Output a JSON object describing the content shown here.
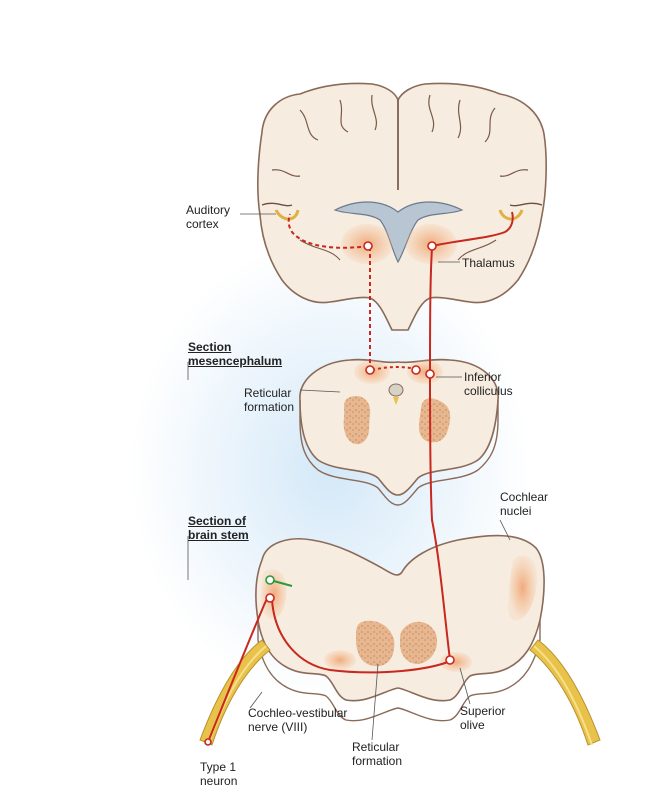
{
  "labels": {
    "auditory_cortex": [
      "Auditory",
      "cortex"
    ],
    "thalamus": "Thalamus",
    "section_mesencephalum": [
      "Section",
      "mesencephalum"
    ],
    "reticular_formation_mid": [
      "Reticular",
      "formation"
    ],
    "inferior_colliculus": [
      "Inferior",
      "colliculus"
    ],
    "cochlear_nuclei": [
      "Cochlear",
      "nuclei"
    ],
    "section_brain_stem": [
      "Section of",
      "brain stem"
    ],
    "cochleo_vestibular_nerve": [
      "Cochleo-vestibular",
      "nerve (VIII)"
    ],
    "reticular_formation_stem": [
      "Reticular",
      "formation"
    ],
    "superior_olive": [
      "Superior",
      "olive"
    ],
    "type1_neuron": [
      "Type 1",
      "neuron"
    ]
  },
  "colors": {
    "tissue": "#f7ece0",
    "tissue_outline": "#8a6a58",
    "nucleus": "#f3b98a",
    "reticular": "#e2b08a",
    "pathway": "#c8281e",
    "nerve": "#e8c24a",
    "glow": "#cfe6f7"
  }
}
